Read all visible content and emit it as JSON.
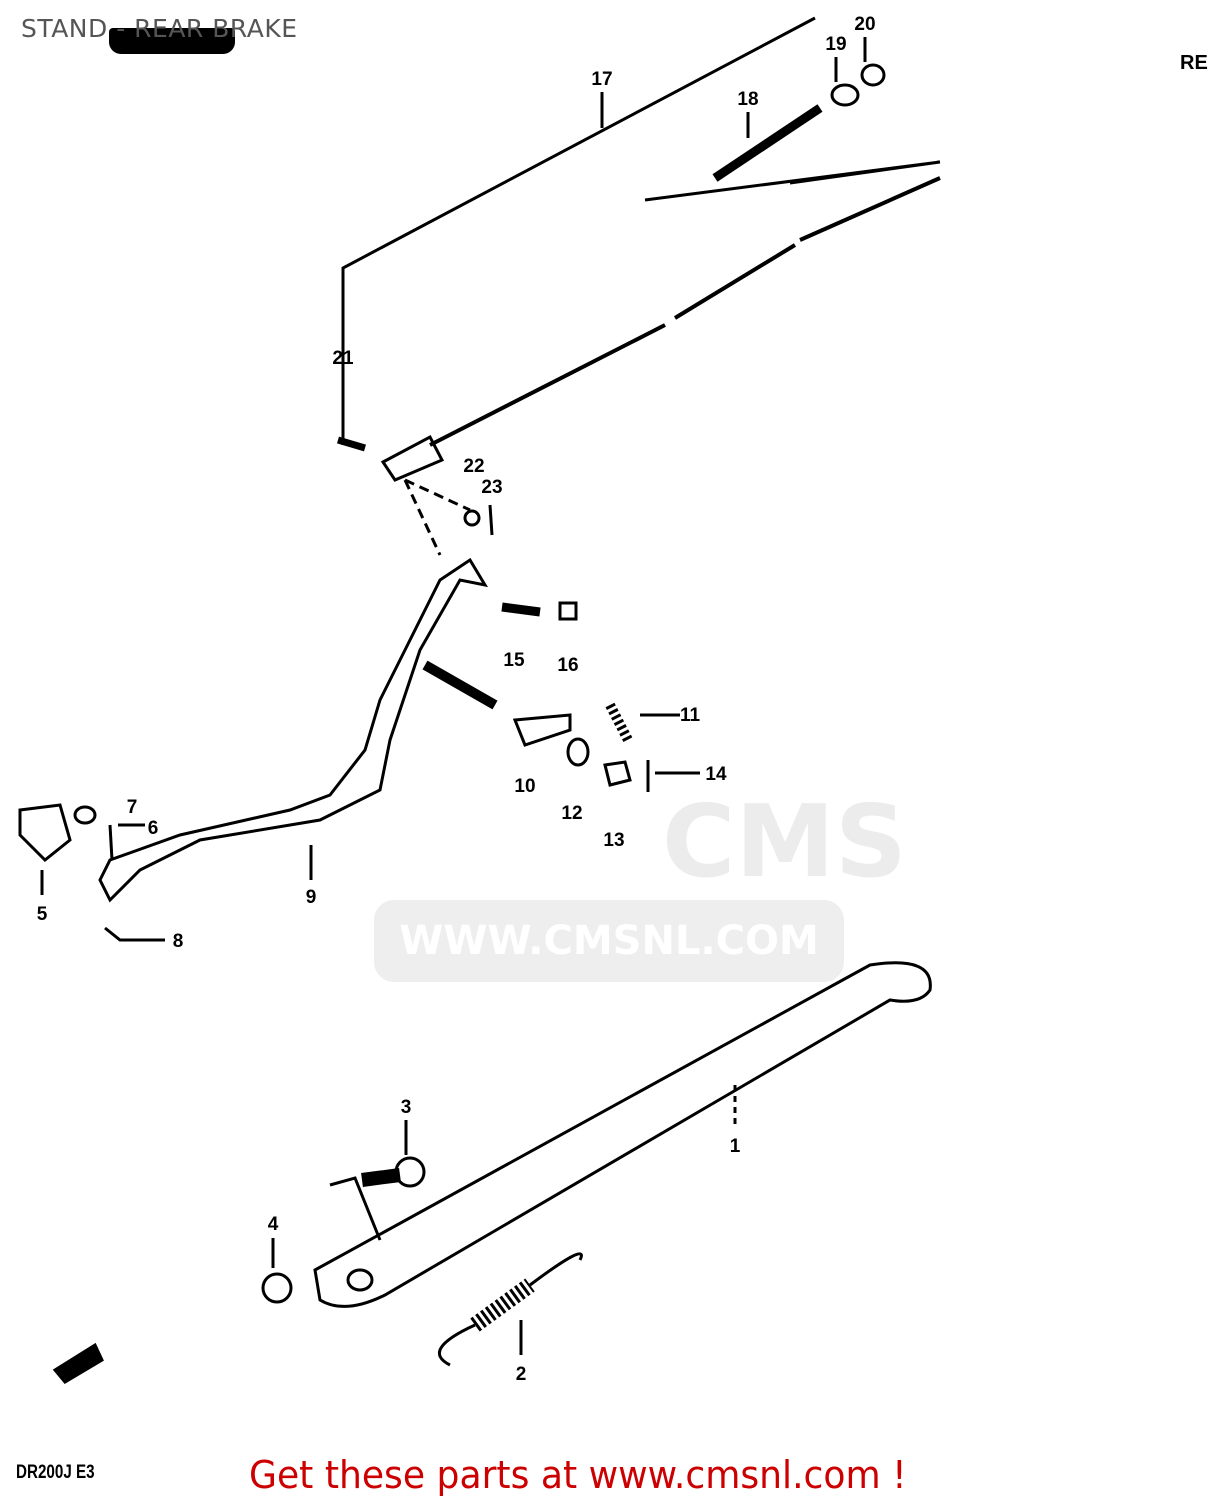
{
  "header": {
    "title": "STAND - REAR BRAKE"
  },
  "edge_text": "RE",
  "footer": {
    "model": "DR200J E3",
    "promo": "Get these parts at www.cmsnl.com !"
  },
  "watermark": {
    "logo": "CMS",
    "url": "WWW.CMSNL.COM"
  },
  "callouts": [
    "1",
    "2",
    "3",
    "4",
    "5",
    "6",
    "7",
    "8",
    "9",
    "10",
    "11",
    "12",
    "13",
    "14",
    "15",
    "16",
    "17",
    "18",
    "19",
    "20",
    "21",
    "22",
    "23"
  ],
  "colors": {
    "promo": "#cc0000",
    "title": "#555555"
  }
}
